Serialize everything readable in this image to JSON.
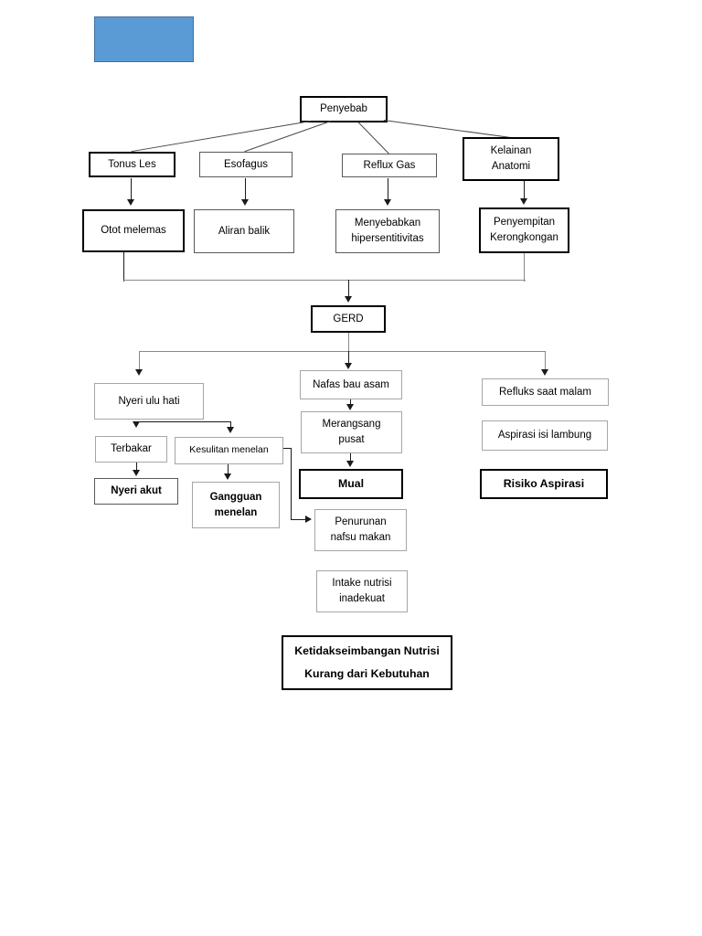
{
  "document": {
    "title": "GERD Pathway Concept Map",
    "language": "id"
  },
  "decoration": {
    "blue_block": {
      "name": "blue-placeholder-rectangle",
      "fill": "#5b9bd5",
      "stroke": "#41719c"
    }
  },
  "nodes": {
    "root": {
      "label": "Penyebab"
    },
    "causes": [
      {
        "label": "Tonus Les"
      },
      {
        "label": "Esofagus"
      },
      {
        "label": "Reflux Gas"
      },
      {
        "label_line1": "Kelainan",
        "label_line2": "Anatomi"
      }
    ],
    "effects": [
      {
        "label": "Otot melemas"
      },
      {
        "label": "Aliran balik"
      },
      {
        "label_line1": "Menyebabkan",
        "label_line2": "hipersentitivitas"
      },
      {
        "label_line1": "Penyempitan",
        "label_line2": "Kerongkongan"
      }
    ],
    "condition": {
      "label": "GERD"
    },
    "branch_left": {
      "top": {
        "label": "Nyeri ulu hati"
      },
      "left_child": {
        "label": "Terbakar"
      },
      "right_child": {
        "label": "Kesulitan menelan"
      },
      "left_outcome": {
        "label": "Nyeri akut"
      },
      "right_outcome": {
        "label_line1": "Gangguan",
        "label_line2": "menelan"
      }
    },
    "branch_middle": {
      "first": {
        "label": "Nafas bau asam"
      },
      "second": {
        "label_line1": "Merangsang",
        "label_line2": "pusat"
      },
      "third": {
        "label": "Mual"
      },
      "fourth": {
        "label_line1": "Penurunan",
        "label_line2": "nafsu makan"
      },
      "fifth": {
        "label_line1": "Intake nutrisi",
        "label_line2": "inadekuat"
      },
      "diagnosis": {
        "label_line1": "Ketidakseimbangan Nutrisi",
        "label_line2": "Kurang dari Kebutuhan"
      }
    },
    "branch_right": {
      "first": {
        "label": "Refluks saat malam"
      },
      "second": {
        "label": "Aspirasi isi lambung"
      },
      "diagnosis": {
        "label": "Risiko Aspirasi"
      }
    }
  },
  "colors": {
    "accent_blue": "#5b9bd5",
    "accent_blue_border": "#41719c",
    "border_thin": "#a6a6a6",
    "border_medium": "#595959",
    "border_thick": "#000000",
    "connector": "#3f3f3f",
    "text": "#000000",
    "page_background": "#ffffff"
  }
}
